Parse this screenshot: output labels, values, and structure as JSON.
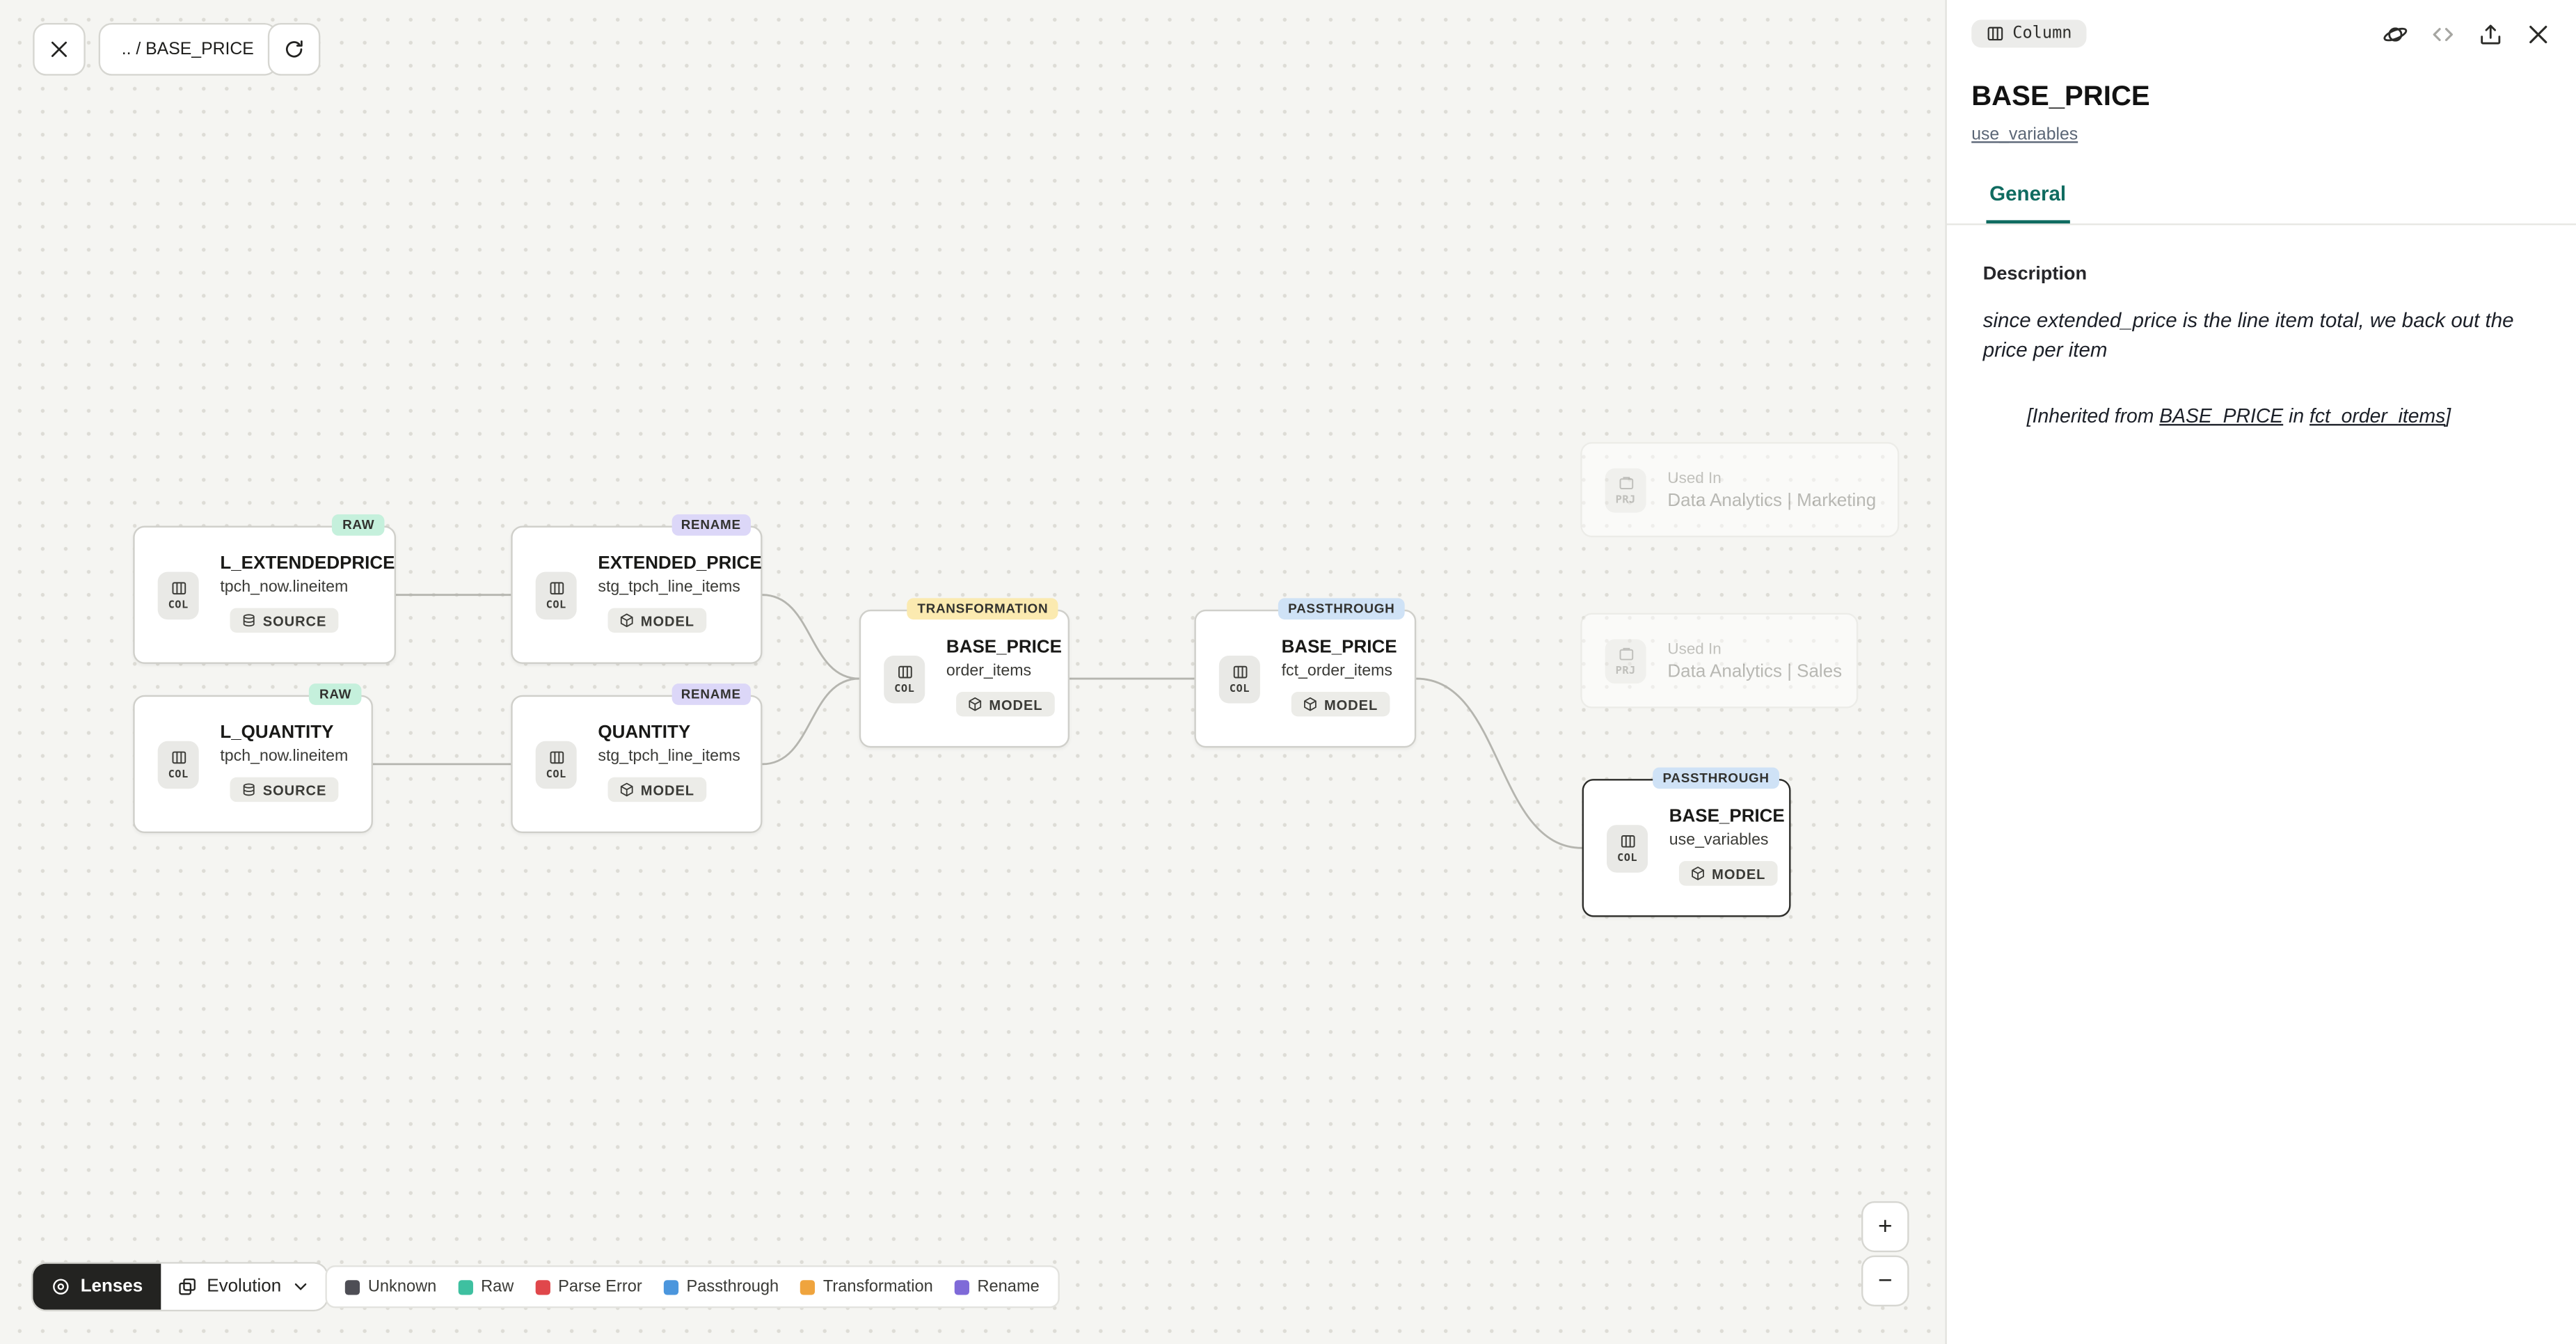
{
  "toolbar": {
    "breadcrumb": ".. / BASE_PRICE"
  },
  "icons": {
    "close": "✕",
    "refresh": "⟳",
    "code": "</>",
    "chevron_down": "▾",
    "zoom_in": "+",
    "zoom_out": "−"
  },
  "panel": {
    "type_badge": "Column",
    "title": "BASE_PRICE",
    "model_link": "use_variables",
    "tab_general": "General",
    "description_heading": "Description",
    "description_body": "since extended_price is the line item total, we back out the price per item",
    "inherited": {
      "prefix": "[Inherited from ",
      "link_column": "BASE_PRICE",
      "middle": " in ",
      "link_model": "fct_order_items",
      "suffix": "]"
    }
  },
  "graph": {
    "nodes": [
      {
        "tag": "RAW",
        "chip": "COL",
        "title": "L_EXTENDEDPRICE",
        "subtitle": "tpch_now.lineitem",
        "badge": "SOURCE"
      },
      {
        "tag": "RAW",
        "chip": "COL",
        "title": "L_QUANTITY",
        "subtitle": "tpch_now.lineitem",
        "badge": "SOURCE"
      },
      {
        "tag": "RENAME",
        "chip": "COL",
        "title": "EXTENDED_PRICE",
        "subtitle": "stg_tpch_line_items",
        "badge": "MODEL"
      },
      {
        "tag": "RENAME",
        "chip": "COL",
        "title": "QUANTITY",
        "subtitle": "stg_tpch_line_items",
        "badge": "MODEL"
      },
      {
        "tag": "TRANSFORMATION",
        "chip": "COL",
        "title": "BASE_PRICE",
        "subtitle": "order_items",
        "badge": "MODEL"
      },
      {
        "tag": "PASSTHROUGH",
        "chip": "COL",
        "title": "BASE_PRICE",
        "subtitle": "fct_order_items",
        "badge": "MODEL"
      },
      {
        "tag": "PASSTHROUGH",
        "chip": "COL",
        "title": "BASE_PRICE",
        "subtitle": "use_variables",
        "badge": "MODEL"
      }
    ],
    "ghosts": [
      {
        "chip": "PRJ",
        "label": "Used In",
        "name": "Data Analytics | Marketing"
      },
      {
        "chip": "PRJ",
        "label": "Used In",
        "name": "Data Analytics | Sales"
      }
    ]
  },
  "footer": {
    "lenses": "Lenses",
    "lens_selected": "Evolution",
    "legend": [
      {
        "label": "Unknown",
        "color": "#4e4e55"
      },
      {
        "label": "Raw",
        "color": "#3ec0a0"
      },
      {
        "label": "Parse Error",
        "color": "#e0474b"
      },
      {
        "label": "Passthrough",
        "color": "#4b96dd"
      },
      {
        "label": "Transformation",
        "color": "#efa43e"
      },
      {
        "label": "Rename",
        "color": "#7f6ad8"
      }
    ]
  }
}
